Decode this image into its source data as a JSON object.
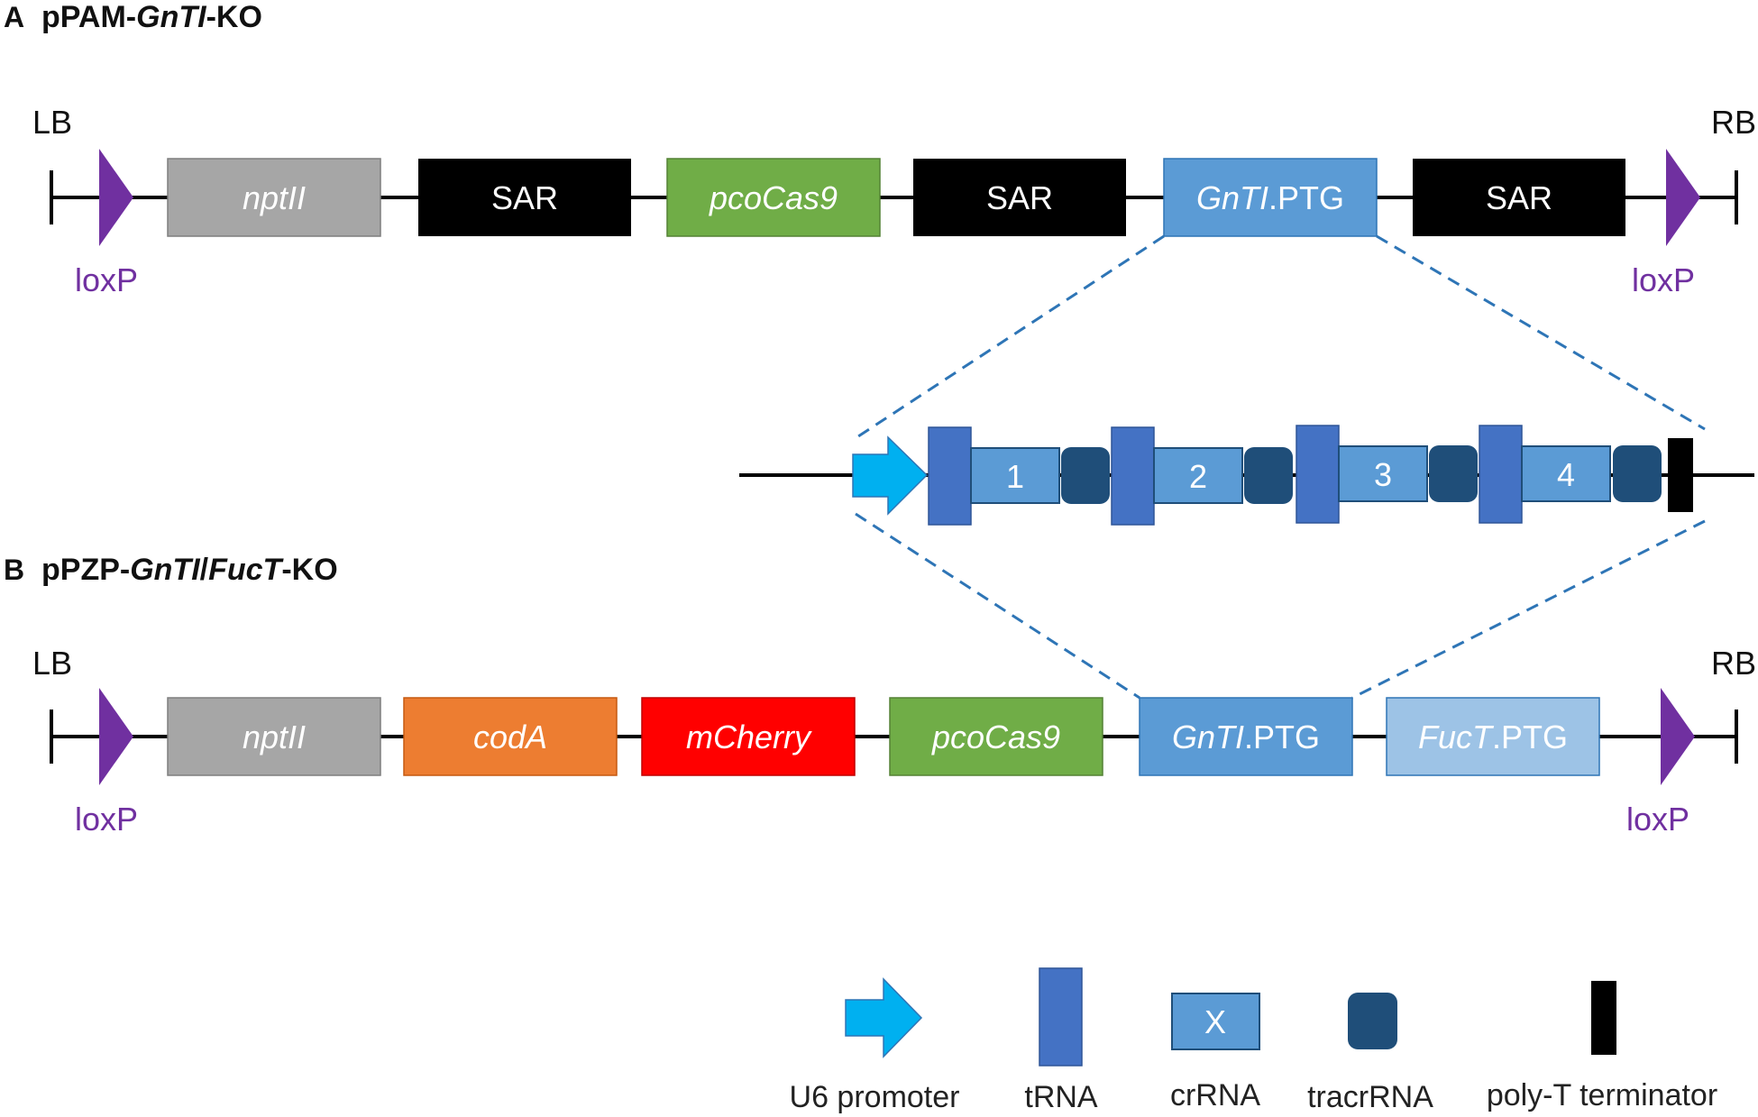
{
  "panel_a": {
    "letter": "A",
    "title_prefix": "pPAM-",
    "title_gene": "GnTI",
    "title_suffix": "-KO",
    "lb": "LB",
    "rb": "RB",
    "loxp_left": "loxP",
    "loxp_right": "loxP",
    "elements": [
      {
        "label": "nptII",
        "italic": true,
        "fill": "#a6a6a6"
      },
      {
        "label": "SAR",
        "italic": false,
        "fill": "#000000"
      },
      {
        "label": "pcoCas9",
        "italic": true,
        "fill": "#70ad47"
      },
      {
        "label": "SAR",
        "italic": false,
        "fill": "#000000"
      },
      {
        "label_italic": "GnTI",
        "label_plain": ".PTG",
        "fill": "#5b9bd5"
      },
      {
        "label": "SAR",
        "italic": false,
        "fill": "#000000"
      }
    ]
  },
  "ptg": {
    "spacers": [
      "1",
      "2",
      "3",
      "4"
    ]
  },
  "panel_b": {
    "letter": "B",
    "title_prefix": "pPZP-",
    "title_gene1": "GnTI",
    "title_sep": "/",
    "title_gene2": "FucT",
    "title_suffix": "-KO",
    "lb": "LB",
    "rb": "RB",
    "loxp_left": "loxP",
    "loxp_right": "loxP",
    "elements": [
      {
        "label": "nptII",
        "italic": true,
        "fill": "#a6a6a6"
      },
      {
        "label": "codA",
        "italic": true,
        "fill": "#ed7d31"
      },
      {
        "label": "mCherry",
        "italic": true,
        "fill": "#ff0000"
      },
      {
        "label": "pcoCas9",
        "italic": true,
        "fill": "#70ad47"
      },
      {
        "label_italic": "GnTI",
        "label_plain": ".PTG",
        "fill": "#5b9bd5"
      },
      {
        "label_italic": "FucT",
        "label_plain": ".PTG",
        "fill": "#9dc3e6"
      }
    ]
  },
  "legend": {
    "u6": "U6 promoter",
    "trna": "tRNA",
    "crrna": "crRNA",
    "crrna_symbol": "X",
    "tracrrna": "tracrRNA",
    "polyt": "poly-T terminator"
  },
  "colors": {
    "loxp": "#7030a0",
    "u6": "#00b0f0",
    "trna": "#4472c4",
    "crrna": "#5b9bd5",
    "tracrrna": "#1f4e79",
    "polyt": "#000000",
    "dash": "#2e75b6"
  }
}
